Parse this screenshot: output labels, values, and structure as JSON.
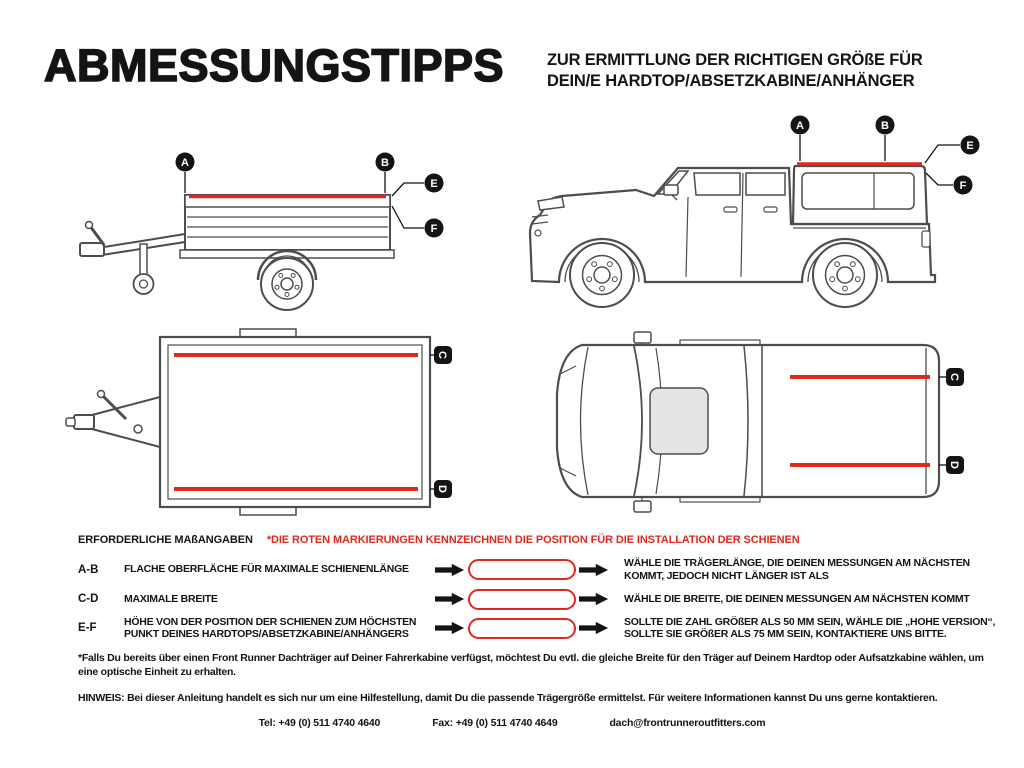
{
  "colors": {
    "accent_red": "#e0281e",
    "ink": "#141414",
    "line_gray": "#4d4d4d"
  },
  "header": {
    "title": "ABMESSUNGSTIPPS",
    "subtitle_line1": "ZUR ERMITTLUNG DER RICHTIGEN GRÖßE FÜR",
    "subtitle_line2": "DEIN/E HARDTOP/ABSETZKABINE/ANHÄNGER"
  },
  "badges": {
    "a": "A",
    "b": "B",
    "c": "C",
    "d": "D",
    "e": "E",
    "f": "F"
  },
  "measurements": {
    "heading": "ERFORDERLICHE MAßANGABEN",
    "note": "*DIE ROTEN MARKIERUNGEN KENNZEICHNEN DIE POSITION FÜR DIE INSTALLATION DER SCHIENEN",
    "rows": [
      {
        "range": "A-B",
        "description": "FLACHE OBERFLÄCHE FÜR MAXIMALE SCHIENENLÄNGE",
        "guidance": "WÄHLE DIE TRÄGERLÄNGE, DIE DEINEN MESSUNGEN AM NÄCHSTEN KOMMT, JEDOCH NICHT LÄNGER IST ALS"
      },
      {
        "range": "C-D",
        "description": "MAXIMALE BREITE",
        "guidance": "WÄHLE DIE BREITE, DIE DEINEN MESSUNGEN AM NÄCHSTEN KOMMT"
      },
      {
        "range": "E-F",
        "description": "HÖHE VON DER POSITION DER SCHIENEN ZUM HÖCHSTEN PUNKT DEINES HARDTOPS/ABSETZKABINE/ANHÄNGERS",
        "guidance": "SOLLTE DIE ZAHL GRÖßER ALS 50 MM SEIN, WÄHLE DIE „HOHE VERSION“, SOLLTE SIE GRÖßER ALS 75 MM SEIN, KONTAKTIERE UNS BITTE."
      }
    ]
  },
  "footnotes": {
    "asterisk": "*Falls Du bereits über einen Front Runner Dachträger auf Deiner Fahrerkabine verfügst, möchtest Du evtl. die gleiche Breite für den Träger auf Deinem Hardtop oder Aufsatzkabine wählen, um eine optische Einheit zu erhalten.",
    "hinweis": "HINWEIS: Bei dieser Anleitung handelt es sich nur um eine Hilfestellung, damit Du die passende Trägergröße ermittelst. Für weitere Informationen kannst Du uns gerne kontaktieren."
  },
  "contact": {
    "tel": "Tel: +49 (0) 511 4740 4640",
    "fax": "Fax: +49 (0) 511 4740 4649",
    "email": "dach@frontrunneroutfitters.com"
  }
}
